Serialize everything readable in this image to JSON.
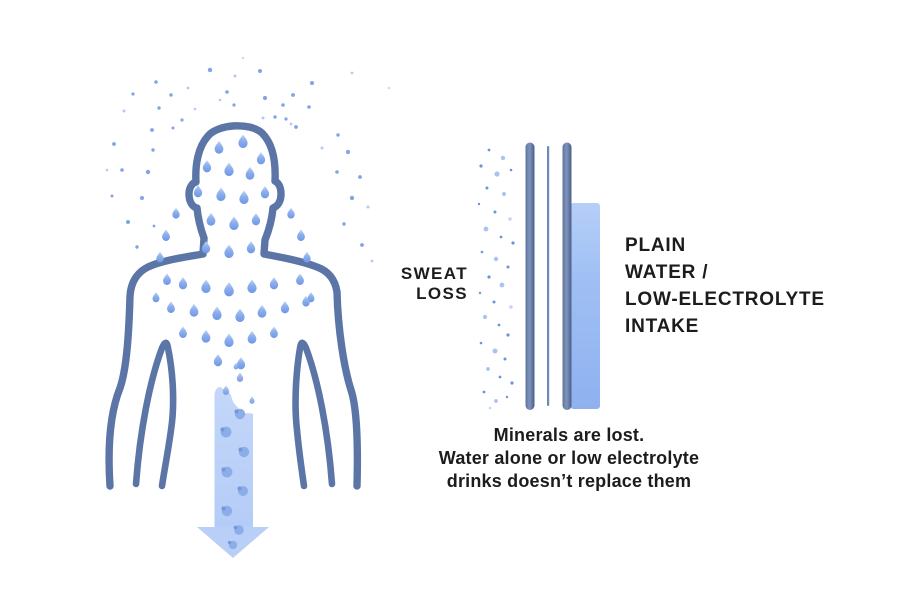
{
  "right_panel": {
    "sweat_loss_label": {
      "lines": [
        "SWEAT",
        "LOSS"
      ]
    },
    "intake_label": {
      "lines": [
        "PLAIN",
        "WATER /",
        "LOW-ELECTROLYTE",
        "INTAKE"
      ]
    },
    "caption": {
      "lines": [
        "Minerals are lost.",
        "Water alone or low electrolyte",
        "drinks doesn’t replace them"
      ]
    }
  },
  "colors": {
    "text": "#1c1c1e",
    "body_outline": "#5b76a6",
    "droplet": "#7da2e8",
    "droplet_light": "#bfd4f7",
    "halo_dot": "#7aa0e5",
    "arrow_fill": "#bdd3f8",
    "arrow_dot": "#8bade8",
    "bar_dark": "#55698f",
    "divider_line": "#5e7bb2",
    "intake_fill_top": "#b2ccf7",
    "intake_fill_bottom": "#8fb1ef"
  }
}
